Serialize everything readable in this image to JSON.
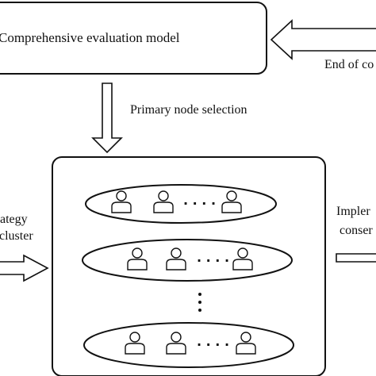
{
  "model_box": {
    "label": "Comprehensive evaluation model"
  },
  "arrows": {
    "primary_selection_label": "Primary node selection",
    "end_label": "End of co"
  },
  "left_side": {
    "line1": "ategy",
    "line2": "cluster"
  },
  "right_side": {
    "line1": "Impler",
    "line2": "conser"
  },
  "clusters": {
    "ellipsis": "· · · ·",
    "vertical_ellipsis": "⋮"
  }
}
